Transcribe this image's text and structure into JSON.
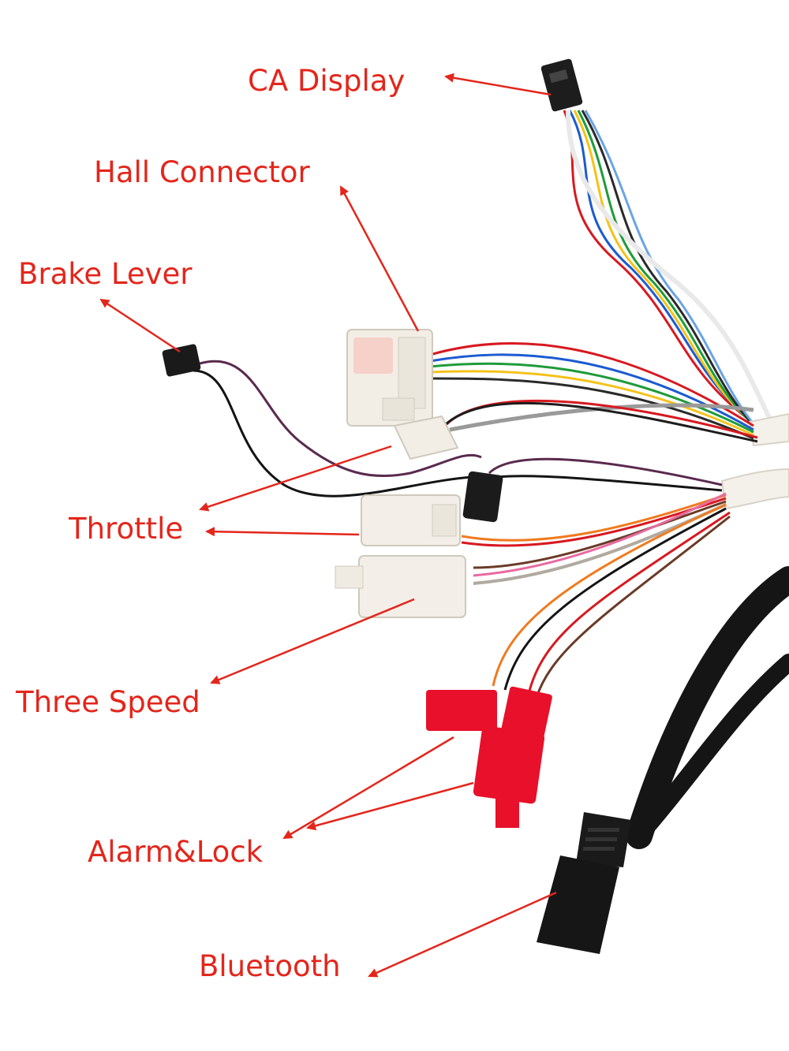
{
  "labels": {
    "ca_display": "CA Display",
    "hall_connector": "Hall Connector",
    "brake_lever": "Brake Lever",
    "throttle": "Throttle",
    "three_speed": "Three Speed",
    "alarm_lock": "Alarm&Lock",
    "bluetooth": "Bluetooth"
  },
  "colors": {
    "label_text": "#e3261c",
    "arrow": "#e3261c",
    "background": "#ffffff",
    "white_connector": "#f2eee6",
    "red_connector": "#e8102a",
    "black_cable": "#151515"
  }
}
